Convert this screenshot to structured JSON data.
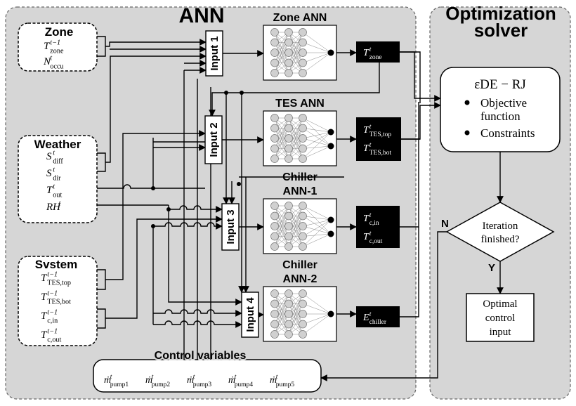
{
  "panels": {
    "ann_title": "ANN",
    "solver_title_line1": "Optimization",
    "solver_title_line2": "solver"
  },
  "zone": {
    "title": "Zone",
    "vars": [
      {
        "base": "T",
        "sup": "t−1",
        "sub": "zone"
      },
      {
        "base": "N",
        "sup": "t",
        "sub": "occu"
      }
    ]
  },
  "weather": {
    "title": "Weather",
    "vars": [
      {
        "base": "S",
        "sup": "t",
        "sub": "diff"
      },
      {
        "base": "S",
        "sup": "t",
        "sub": "dir"
      },
      {
        "base": "T",
        "sup": "t",
        "sub": "out"
      },
      {
        "base": "RH",
        "sup": "t",
        "sub": ""
      }
    ]
  },
  "system": {
    "title": "Svstem",
    "vars": [
      {
        "base": "T",
        "sup": "t−1",
        "sub": "TES,top"
      },
      {
        "base": "T",
        "sup": "t−1",
        "sub": "TES,bot"
      },
      {
        "base": "T",
        "sup": "t−1",
        "sub": "c,in"
      },
      {
        "base": "T",
        "sup": "t−1",
        "sub": "c,out"
      }
    ]
  },
  "inputs": [
    "Input 1",
    "Input 2",
    "Input 3",
    "Input 4"
  ],
  "networks": [
    {
      "title": "Zone ANN",
      "title2": ""
    },
    {
      "title": "TES ANN",
      "title2": ""
    },
    {
      "title": "Chiller",
      "title2": "ANN-1"
    },
    {
      "title": "Chiller",
      "title2": "ANN-2"
    }
  ],
  "outputs": [
    [
      {
        "base": "T",
        "sup": "t",
        "sub": "zone"
      }
    ],
    [
      {
        "base": "T",
        "sup": "t",
        "sub": "TES,top"
      },
      {
        "base": "T",
        "sup": "t",
        "sub": "TES,bot"
      }
    ],
    [
      {
        "base": "T",
        "sup": "t",
        "sub": "c,in"
      },
      {
        "base": "T",
        "sup": "t",
        "sub": "c,out"
      }
    ],
    [
      {
        "base": "E",
        "sup": "t",
        "sub": "chiller"
      }
    ]
  ],
  "control": {
    "title": "Control variables",
    "vars": [
      {
        "base": "ṁ",
        "sup": "t",
        "sub": "pump1"
      },
      {
        "base": "ṁ",
        "sup": "t",
        "sub": "pump2"
      },
      {
        "base": "ṁ",
        "sup": "t",
        "sub": "pump3"
      },
      {
        "base": "ṁ",
        "sup": "t",
        "sub": "pump4"
      },
      {
        "base": "ṁ",
        "sup": "t",
        "sub": "pump5"
      }
    ]
  },
  "solver": {
    "method": "εDE − RJ",
    "bullets": [
      "Objective",
      "function",
      "Constraints"
    ],
    "decision": [
      "Iteration",
      "finished?"
    ],
    "no_label": "N",
    "yes_label": "Y",
    "result": [
      "Optimal",
      "control",
      "input"
    ]
  }
}
